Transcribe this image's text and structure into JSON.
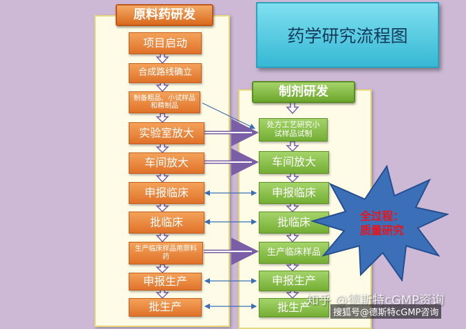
{
  "title": "药学研究流程图",
  "left_column": {
    "header": "原料药研发",
    "steps": [
      "项目启动",
      "合成路线确立",
      "制备粗品、小试样品和精制品",
      "实验室放大",
      "车间放大",
      "申报临床",
      "批临床",
      "生产临床样品用原料药",
      "申报生产",
      "批生产"
    ]
  },
  "right_column": {
    "header": "制剂研发",
    "steps": [
      "处方工艺研究小试样品试制",
      "车间放大",
      "申报临床",
      "批临床",
      "生产临床样品",
      "申报生产",
      "批生产"
    ]
  },
  "callout": {
    "line1": "全过程：",
    "line2": "质量研究"
  },
  "watermark": {
    "top": "知乎 @德斯特cGMP资询",
    "bottom": "搜狐号@德斯特cGMP咨询"
  },
  "colors": {
    "orange": "#e0722a",
    "green": "#74ae34",
    "title_bg": "#36b8d4",
    "burst": "#3b6fb8",
    "callout_text": "#e8151b"
  }
}
